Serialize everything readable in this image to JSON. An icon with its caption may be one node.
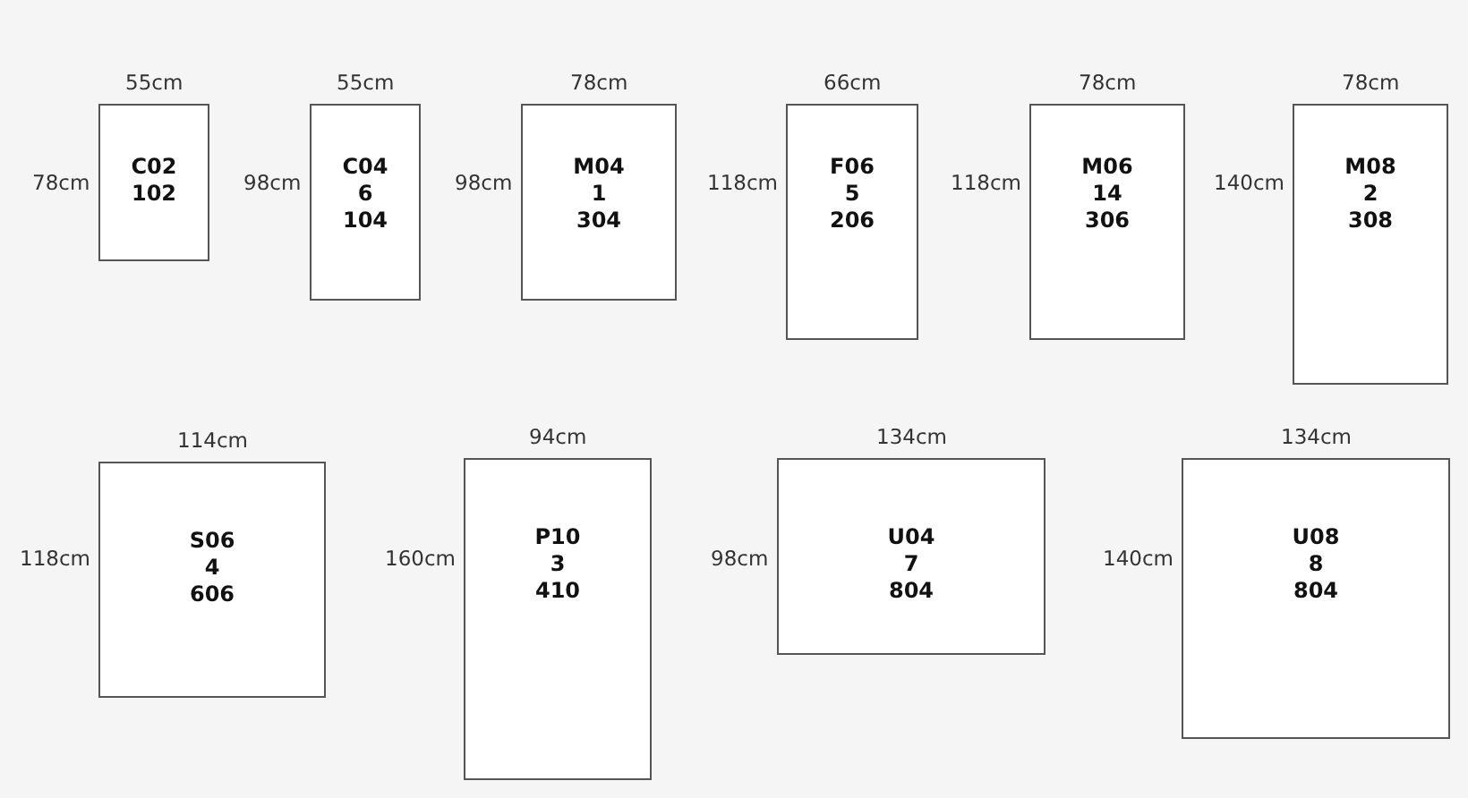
{
  "diagram": {
    "nodes": [
      {
        "text": [
          "C02",
          "102"
        ],
        "beside": [
          "55cm",
          "78cm"
        ]
      },
      {
        "text": [
          "C04",
          "6",
          "104"
        ],
        "beside": [
          "55cm",
          "98cm"
        ]
      },
      {
        "text": [
          "M04",
          "1",
          "304"
        ],
        "beside": [
          "78cm",
          "98cm"
        ]
      },
      {
        "text": [
          "F06",
          "5",
          "206"
        ],
        "beside": [
          "66cm",
          "118cm"
        ]
      },
      {
        "text": [
          "M06",
          "14",
          "306"
        ],
        "beside": [
          "78cm",
          "118cm"
        ]
      },
      {
        "text": [
          "M08",
          "2",
          "308"
        ],
        "beside": [
          "78cm",
          "140cm"
        ]
      },
      {
        "text": [
          "S06",
          "4",
          "606"
        ],
        "beside": [
          "114cm",
          "118cm"
        ]
      },
      {
        "text": [
          "P10",
          "3",
          "410"
        ],
        "beside": [
          "94cm",
          "160cm"
        ]
      },
      {
        "text": [
          "U04",
          "7",
          "804"
        ],
        "beside": [
          "134cm",
          "98cm"
        ]
      },
      {
        "text": [
          "U08",
          "8",
          "804"
        ],
        "beside": [
          "134cm",
          "140cm"
        ]
      }
    ]
  }
}
